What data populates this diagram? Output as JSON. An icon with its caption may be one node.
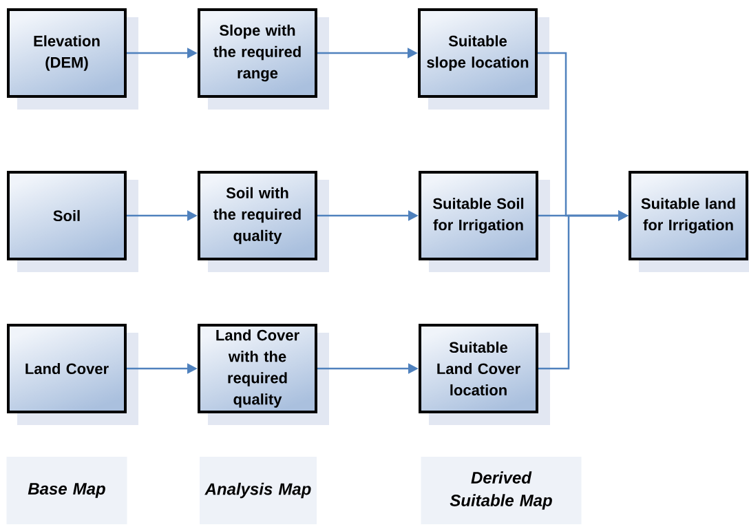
{
  "diagram": {
    "nodes": [
      {
        "text": [
          "Elevation (DEM)"
        ]
      },
      {
        "text": [
          "Slope with the required range"
        ]
      },
      {
        "text": [
          "Suitable slope location"
        ]
      },
      {
        "text": [
          "Soil"
        ]
      },
      {
        "text": [
          "Soil with the required quality"
        ]
      },
      {
        "text": [
          "Suitable Soil for Irrigation"
        ]
      },
      {
        "text": [
          "Land Cover"
        ]
      },
      {
        "text": [
          "Land Cover with the required quality"
        ]
      },
      {
        "text": [
          "Suitable Land Cover location"
        ]
      },
      {
        "text": [
          "Suitable land for Irrigation"
        ]
      }
    ],
    "edges": [
      {
        "from": 0,
        "to": 1,
        "arrow": "to"
      },
      {
        "from": 1,
        "to": 2,
        "arrow": "to"
      },
      {
        "from": 3,
        "to": 4,
        "arrow": "to"
      },
      {
        "from": 4,
        "to": 5,
        "arrow": "to"
      },
      {
        "from": 6,
        "to": 7,
        "arrow": "to"
      },
      {
        "from": 7,
        "to": 8,
        "arrow": "to"
      },
      {
        "from": 2,
        "to": 9,
        "arrow": "to"
      },
      {
        "from": 5,
        "to": 9,
        "arrow": "to"
      },
      {
        "from": 8,
        "to": 9,
        "arrow": "to"
      }
    ],
    "labels": [
      "Base Map",
      "Analysis Map",
      "Derived Suitable Map"
    ]
  }
}
